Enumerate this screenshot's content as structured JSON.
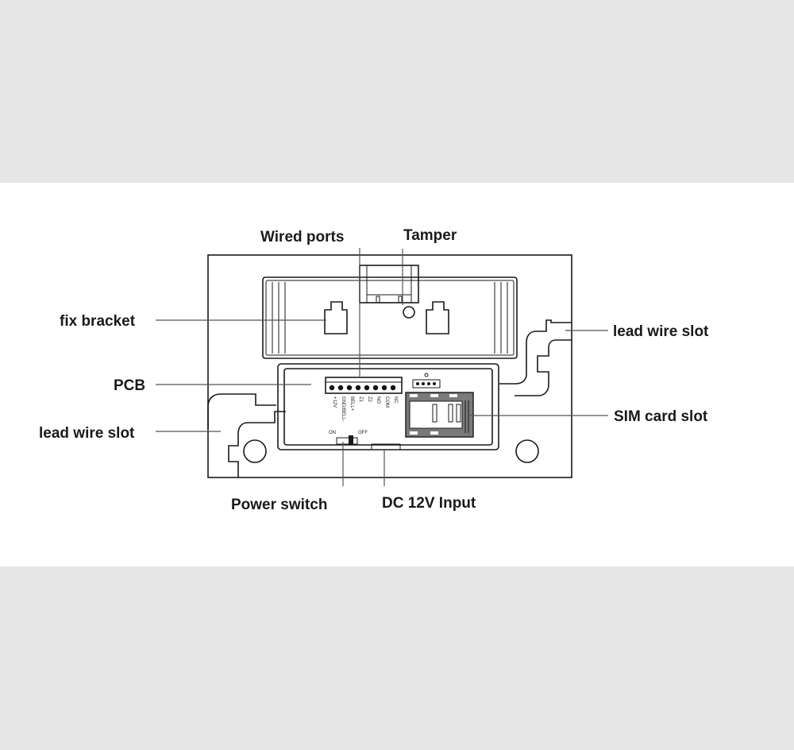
{
  "labels": {
    "wired_ports": "Wired ports",
    "tamper": "Tamper",
    "fix_bracket": "fix bracket",
    "pcb": "PCB",
    "lead_wire_slot_left": "lead wire slot",
    "lead_wire_slot_right": "lead wire slot",
    "sim_card_slot": "SIM card slot",
    "power_switch": "Power switch",
    "dc_input": "DC 12V Input"
  },
  "pcb_text": {
    "switch_on": "ON",
    "switch_off": "OFF",
    "terminals": [
      "+12V",
      "GND/BELL-",
      "BELL+",
      "Z1",
      "Z2",
      "NO",
      "COM",
      "NC"
    ]
  }
}
